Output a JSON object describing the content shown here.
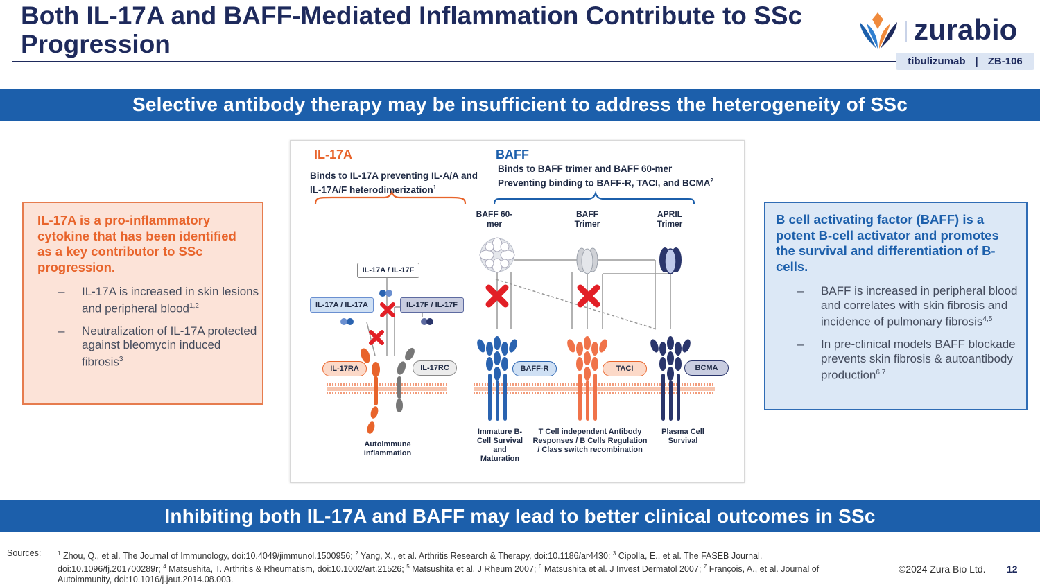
{
  "header": {
    "title": "Both IL-17A and BAFF-Mediated Inflammation Contribute to SSc Progression",
    "logo_text": "zurabio",
    "product_name": "tibulizumab",
    "product_separator": "|",
    "product_code": "ZB-106"
  },
  "banner_top": "Selective antibody therapy may be insufficient to address the heterogeneity of SSc",
  "banner_bottom": "Inhibiting both IL-17A and BAFF may lead to better clinical outcomes in SSc",
  "left_panel": {
    "heading": "IL-17A is a pro-inflammatory cytokine that has been identified as a key contributor to SSc progression.",
    "bullets": [
      {
        "text": "IL-17A is increased in skin lesions and peripheral blood",
        "sup": "1,2"
      },
      {
        "text": "Neutralization of IL-17A protected against bleomycin induced fibrosis",
        "sup": "3"
      }
    ]
  },
  "right_panel": {
    "heading": "B cell activating factor (BAFF) is a potent B-cell activator and promotes the survival and differentiation of B-cells.",
    "bullets": [
      {
        "text": "BAFF is increased in peripheral blood and correlates with skin fibrosis and incidence of pulmonary fibrosis",
        "sup": "4,5"
      },
      {
        "text": "In pre-clinical models BAFF blockade prevents skin fibrosis & autoantibody production",
        "sup": "6,7"
      }
    ]
  },
  "figure": {
    "il17a": {
      "title": "IL-17A",
      "description": "Binds to IL-17A preventing IL-A/A and IL-17A/F heterodimerization",
      "description_sup": "1",
      "dimer_aa": "IL-17A / IL-17A",
      "dimer_af": "IL-17A / IL-17F",
      "dimer_ff": "IL-17F / IL-17F",
      "receptor_ra": "IL-17RA",
      "receptor_rc": "IL-17RC",
      "outcome": "Autoimmune Inflammation"
    },
    "baff": {
      "title": "BAFF",
      "description": "Binds to BAFF trimer and BAFF 60-mer Preventing binding to BAFF-R, TACI, and BCMA",
      "description_sup": "2",
      "ligand_60mer": "BAFF 60-mer",
      "ligand_trimer": "BAFF Trimer",
      "ligand_april": "APRIL Trimer",
      "receptor_baffr": "BAFF-R",
      "receptor_taci": "TACI",
      "receptor_bcma": "BCMA",
      "outcome_baffr": "Immature B-Cell Survival and Maturation",
      "outcome_taci": "T Cell independent Antibody Responses / B Cells Regulation / Class switch recombination",
      "outcome_bcma": "Plasma Cell Survival"
    }
  },
  "footer": {
    "sources_label": "Sources:",
    "sources": [
      {
        "sup": "1",
        "text": "Zhou, Q., et al. The Journal of Immunology, doi:10.4049/jimmunol.1500956;"
      },
      {
        "sup": "2",
        "text": "Yang, X., et al. Arthritis Research & Therapy, doi:10.1186/ar4430;"
      },
      {
        "sup": "3",
        "text": "Cipolla, E., et al. The FASEB Journal, doi:10.1096/fj.201700289r;"
      },
      {
        "sup": "4",
        "text": "Matsushita, T. Arthritis & Rheumatism, doi:10.1002/art.21526;"
      },
      {
        "sup": "5",
        "text": "Matsushita et al. J Rheum 2007;"
      },
      {
        "sup": "6",
        "text": "Matsushita et al. J Invest Dermatol 2007;"
      },
      {
        "sup": "7",
        "text": "François, A., et al. Journal of Autoimmunity, doi:10.1016/j.jaut.2014.08.003."
      }
    ],
    "copyright": "©2024 Zura Bio Ltd.",
    "page_number": "12"
  },
  "colors": {
    "navy": "#1e2a5c",
    "blue": "#1c5fab",
    "orange": "#e8642b",
    "left_fill": "#fce3d8",
    "right_fill": "#dce8f6",
    "red_x": "#e21f26"
  }
}
